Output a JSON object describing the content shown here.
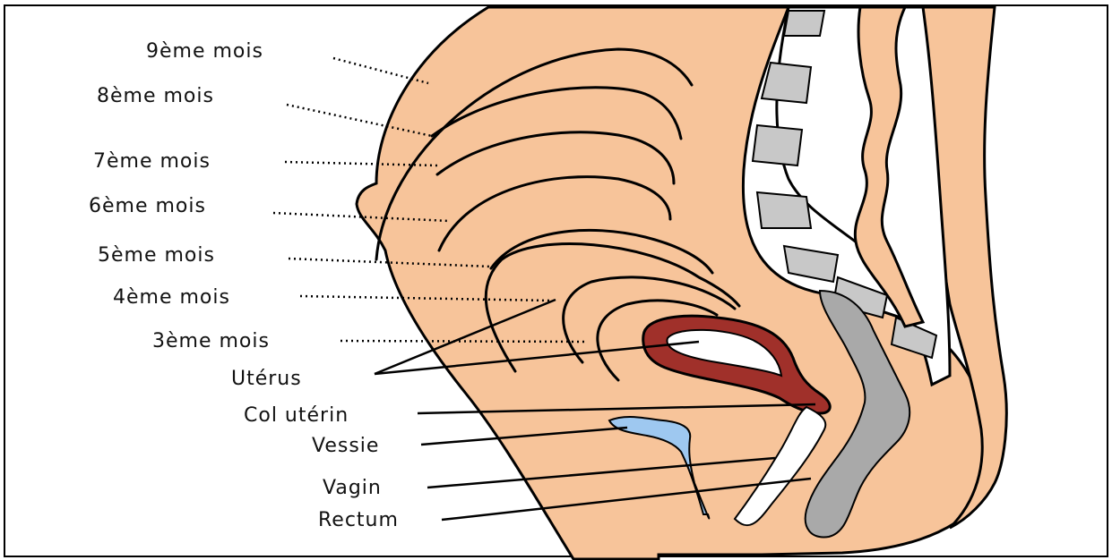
{
  "labels": {
    "m9": "9ème mois",
    "m8": "8ème mois",
    "m7": "7ème mois",
    "m6": "6ème mois",
    "m5": "5ème mois",
    "m4": "4ème mois",
    "m3": "3ème mois",
    "uterus": "Utérus",
    "col": "Col utérin",
    "vessie": "Vessie",
    "vagin": "Vagin",
    "rectum": "Rectum"
  },
  "colors": {
    "skin": "#f7c49a",
    "uterus": "#a0302a",
    "bladder": "#9ec8f0",
    "rectum": "#a9a9a9",
    "bone": "#c8c8c8",
    "outline": "#000000"
  }
}
